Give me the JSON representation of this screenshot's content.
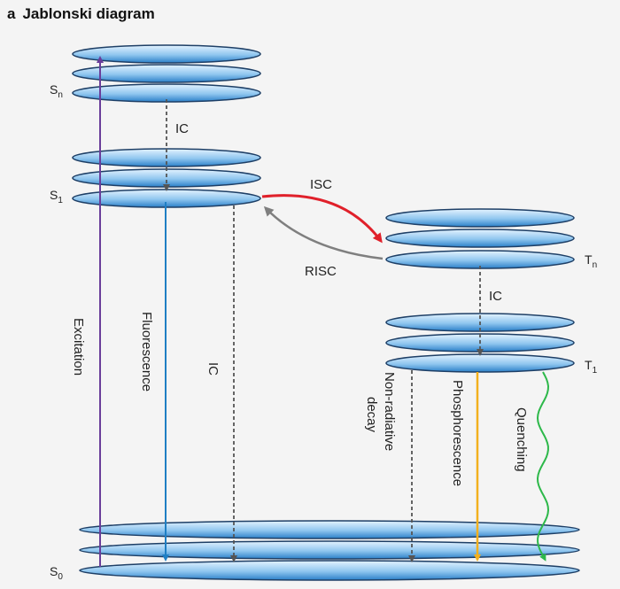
{
  "header": {
    "panel_letter": "a",
    "title": "Jablonski diagram"
  },
  "colors": {
    "excitation": "#6a3d9a",
    "fluorescence": "#1f7fc4",
    "isc": "#e0202a",
    "risc": "#7f7f7f",
    "dashed": "#555555",
    "phosphorescence": "#f2b01e",
    "quenching": "#2db84a",
    "level_light": "#e4f3ff",
    "level_dark": "#2a7fc8",
    "level_edge": "#1e3f66"
  },
  "states": {
    "sn": {
      "main": "S",
      "sub": "n"
    },
    "s1": {
      "main": "S",
      "sub": "1"
    },
    "tn": {
      "main": "T",
      "sub": "n"
    },
    "t1": {
      "main": "T",
      "sub": "1"
    },
    "s0": {
      "main": "S",
      "sub": "0"
    }
  },
  "transitions": {
    "ic_s": "IC",
    "ic_t": "IC",
    "ic_s1_s0": "IC",
    "isc": "ISC",
    "risc": "RISC",
    "excitation": "Excitation",
    "fluorescence": "Fluorescence",
    "nonrad_line1": "Non-radiative",
    "nonrad_line2": "decay",
    "phosphorescence": "Phosphorescence",
    "quenching": "Quenching"
  }
}
